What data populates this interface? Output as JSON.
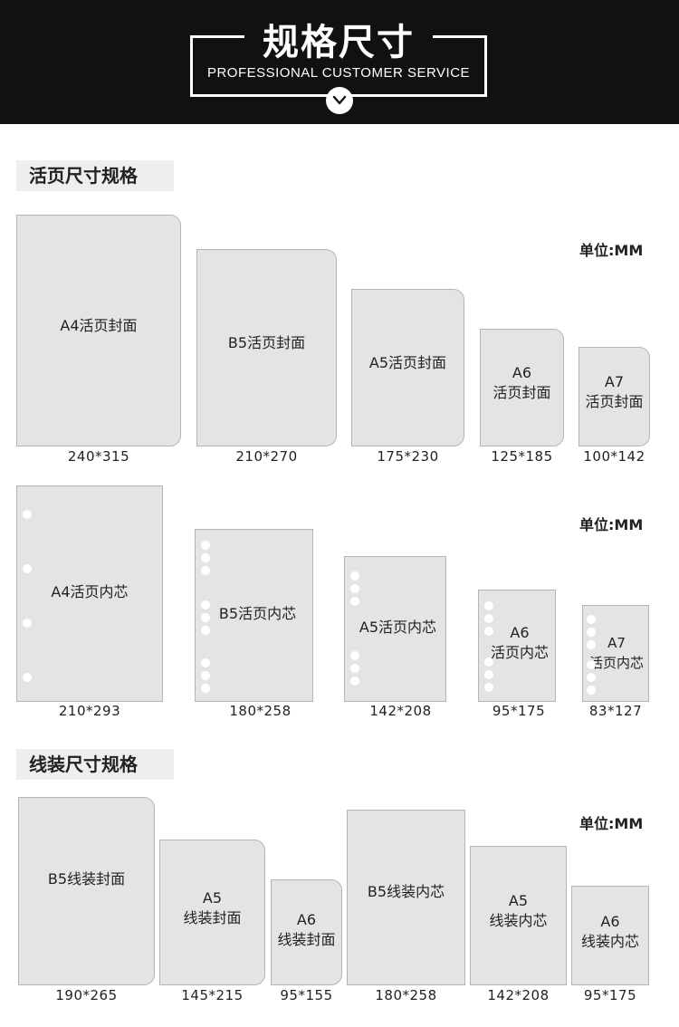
{
  "header": {
    "title": "规格尺寸",
    "subtitle": "PROFESSIONAL  CUSTOMER  SERVICE"
  },
  "sections": {
    "loose_leaf_title": "活页尺寸规格",
    "thread_bound_title": "线装尺寸规格",
    "unit_label": "单位:MM"
  },
  "covers": [
    {
      "line1": "A4活页封面",
      "line2": "",
      "size": "240*315"
    },
    {
      "line1": "B5活页封面",
      "line2": "",
      "size": "210*270"
    },
    {
      "line1": "A5活页封面",
      "line2": "",
      "size": "175*230"
    },
    {
      "line1": "A6",
      "line2": "活页封面",
      "size": "125*185"
    },
    {
      "line1": "A7",
      "line2": "活页封面",
      "size": "100*142"
    }
  ],
  "refills": [
    {
      "line1": "A4活页内芯",
      "line2": "",
      "size": "210*293"
    },
    {
      "line1": "B5活页内芯",
      "line2": "",
      "size": "180*258"
    },
    {
      "line1": "A5活页内芯",
      "line2": "",
      "size": "142*208"
    },
    {
      "line1": "A6",
      "line2": "活页内芯",
      "size": "95*175"
    },
    {
      "line1": "A7",
      "line2": "活页内芯",
      "size": "83*127"
    }
  ],
  "thread_bound": [
    {
      "line1": "B5线装封面",
      "line2": "",
      "size": "190*265"
    },
    {
      "line1": "A5",
      "line2": "线装封面",
      "size": "145*215"
    },
    {
      "line1": "A6",
      "line2": "线装封面",
      "size": "95*155"
    },
    {
      "line1": "B5线装内芯",
      "line2": "",
      "size": "180*258"
    },
    {
      "line1": "A5",
      "line2": "线装内芯",
      "size": "142*208"
    },
    {
      "line1": "A6",
      "line2": "线装内芯",
      "size": "95*175"
    }
  ]
}
